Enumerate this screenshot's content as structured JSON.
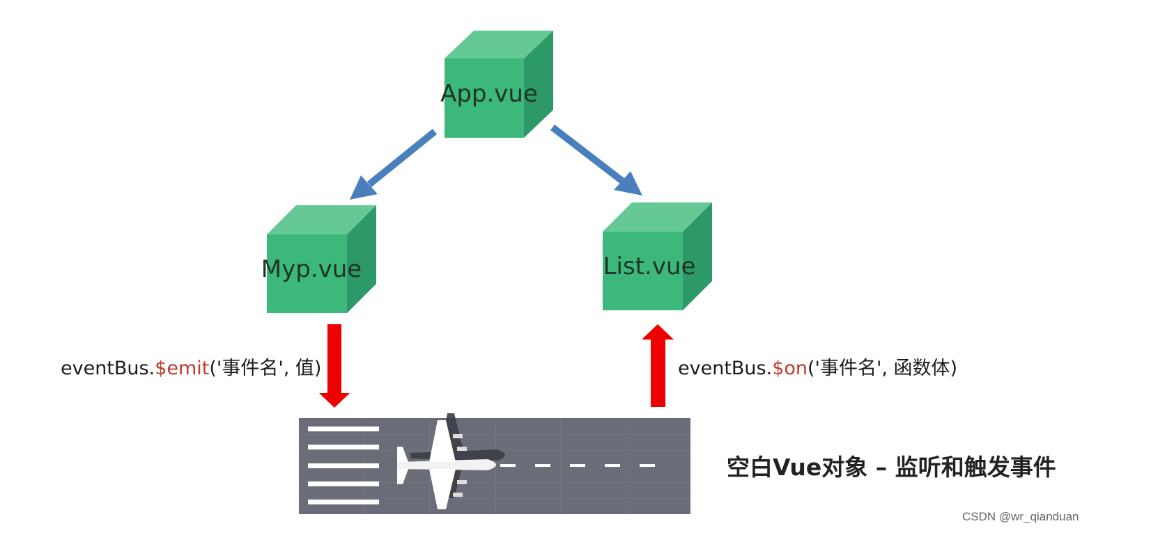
{
  "colors": {
    "cube_front": "#3cb87a",
    "cube_top": "#65c996",
    "cube_side": "#2e9968",
    "flow_arrow": "#4a7fbd",
    "event_arrow": "#ee0000",
    "runway": "#6a6d78",
    "accent_text": "#c0392b"
  },
  "nodes": {
    "app": {
      "label": "App.vue"
    },
    "myp": {
      "label": "Myp.vue"
    },
    "list": {
      "label": "List.vue"
    }
  },
  "emit": {
    "prefix": "eventBus.",
    "method": "$emit",
    "args": "('事件名', 值)"
  },
  "on": {
    "prefix": "eventBus.",
    "method": "$on",
    "args": "('事件名', 函数体)"
  },
  "runway": {
    "icon": "airplane-icon"
  },
  "caption": "空白Vue对象 – 监听和触发事件",
  "watermark": "CSDN @wr_qianduan"
}
